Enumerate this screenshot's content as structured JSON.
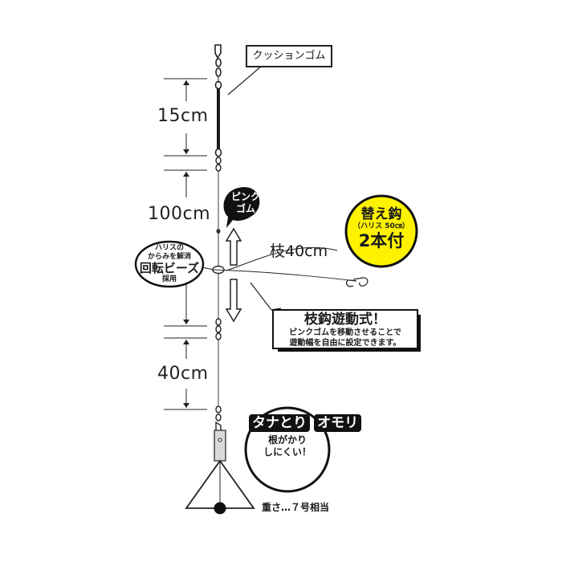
{
  "labels": {
    "cushion": "クッションゴム",
    "dim_15": "15cm",
    "dim_100": "100cm",
    "dim_40": "40cm",
    "pink_rubber": [
      "ピンク",
      "ゴム"
    ],
    "branch": "枝40cm",
    "spare_hook": {
      "title": "替え鈎",
      "sub": "（ハリス 50㎝）",
      "count": "2本付"
    },
    "beads": {
      "line1": "ハリスの",
      "line2": "からみを解消",
      "title": "回転ビーズ",
      "line4": "採用"
    },
    "sliding": {
      "title": "枝鈎遊動式！",
      "desc1": "ピンクゴムを移動させることで",
      "desc2": "遊動幅を自由に設定できます。"
    },
    "sinker": {
      "title1": "タナとり",
      "title2": "オモリ",
      "desc1": "根がかり",
      "desc2": "しにくい！"
    },
    "weight": "重さ…７号相当"
  },
  "colors": {
    "line": "#222222",
    "spare_badge": "#fff200",
    "ink": "#1a1a1a"
  }
}
